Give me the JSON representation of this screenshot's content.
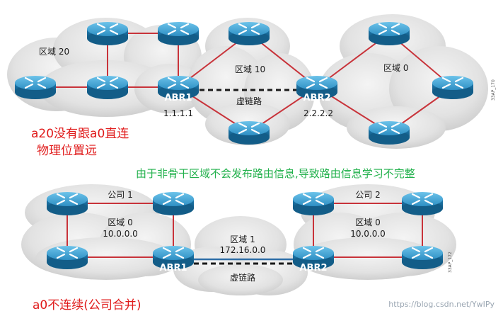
{
  "top_diagram": {
    "areas": {
      "area20": "区域 20",
      "area10": "区域 10",
      "area0": "区域 0"
    },
    "abr1": {
      "name": "ABR1",
      "router_id": "1.1.1.1"
    },
    "abr2": {
      "name": "ABR2",
      "router_id": "2.2.2.2"
    },
    "virtual_link": "虚链路",
    "side_code": "33AP_170"
  },
  "bottom_diagram": {
    "company1": "公司 1",
    "company2": "公司 2",
    "left_area": "区域 0",
    "left_network": "10.0.0.0",
    "right_area": "区域 0",
    "right_network": "10.0.0.0",
    "middle_area": "区域 1",
    "middle_network": "172.16.0.0",
    "abr1": "ABR1",
    "abr2": "ABR2",
    "virtual_link": "虚链路",
    "side_code": "33AP_172"
  },
  "annotations": {
    "a20_line1": "a20没有跟a0直连",
    "a20_line2": "物理位置远",
    "reason": "由于非骨干区域不会发布路由信息,导致路由信息学习不完整",
    "a0_discontinuous": "a0不连续(公司合并)"
  },
  "watermark": "https://blog.csdn.net/YwIPy",
  "colors": {
    "link": "#c8333a",
    "router_top": "#3ea6d6",
    "router_side": "#1a6f9c",
    "annotation_red": "#e01b1b",
    "annotation_green": "#22b14c"
  }
}
